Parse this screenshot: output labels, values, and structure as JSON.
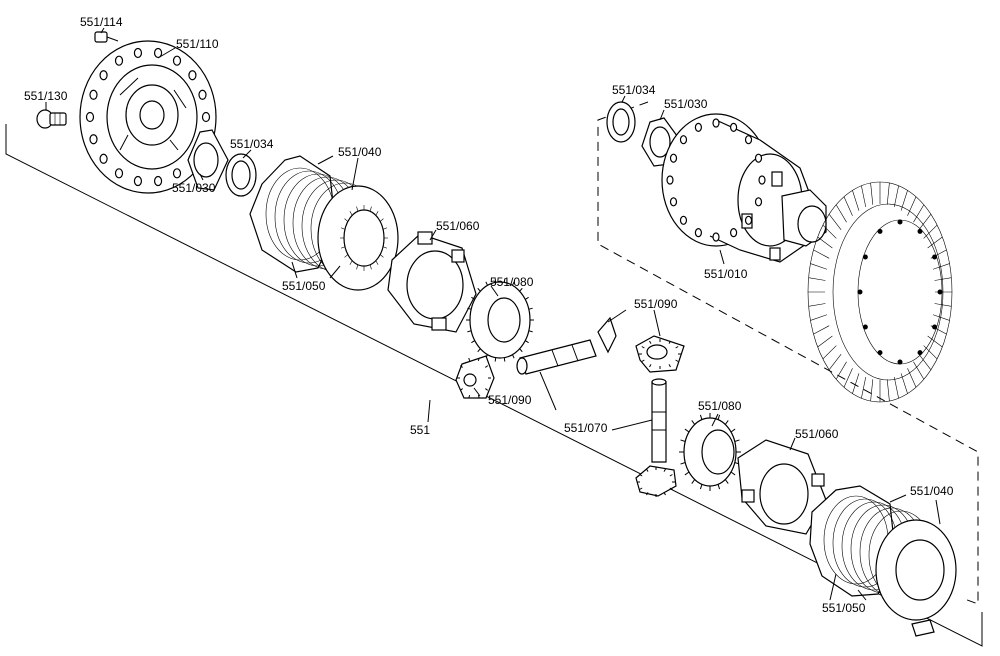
{
  "labels": {
    "l551_114": "551/114",
    "l551_110": "551/110",
    "l551_130": "551/130",
    "l551_034_a": "551/034",
    "l551_030_a": "551/030",
    "l551_040_a": "551/040",
    "l551_050_a": "551/050",
    "l551_060_a": "551/060",
    "l551_080_a": "551/080",
    "l551_090_a": "551/090",
    "l551_090_b": "551/090",
    "l551_070": "551/070",
    "l551_080_b": "551/080",
    "l551_060_b": "551/060",
    "l551_040_b": "551/040",
    "l551_050_b": "551/050",
    "l551_034_b": "551/034",
    "l551_030_b": "551/030",
    "l551_010": "551/010",
    "l551": "551"
  }
}
